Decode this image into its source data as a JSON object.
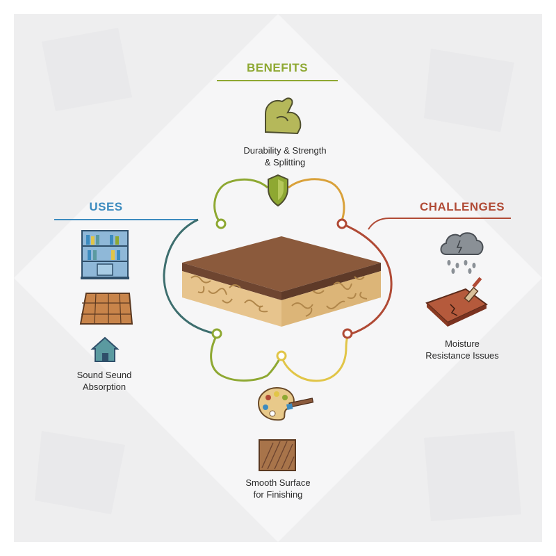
{
  "sections": {
    "benefits": {
      "title": "BENEFITS",
      "color": "#8ea832"
    },
    "uses": {
      "title": "USES",
      "color": "#3c8bbf"
    },
    "challenges": {
      "title": "CHALLENGES",
      "color": "#b04a35"
    }
  },
  "captions": {
    "durability": {
      "line1": "Durability & Strength",
      "line2": "& Splitting"
    },
    "sound": {
      "line1": "Sound Seund",
      "line2": "Absorption"
    },
    "moisture": {
      "line1": "Moisture",
      "line2": "Resistance Issues"
    },
    "smooth": {
      "line1": "Smooth Surface",
      "line2": "for Finishing"
    }
  },
  "icons": [
    "arm-muscle-icon",
    "shield-icon",
    "bookshelf-icon",
    "parquet-floor-icon",
    "house-icon",
    "rain-cloud-icon",
    "damaged-board-icon",
    "paint-palette-icon",
    "wood-sample-icon"
  ],
  "colors": {
    "accent_green": "#8ea832",
    "accent_blue": "#3c8bbf",
    "accent_red": "#b04a35",
    "accent_yellow": "#e1c547",
    "board_top": "#8b5a3c",
    "board_core": "#e7c48d"
  }
}
